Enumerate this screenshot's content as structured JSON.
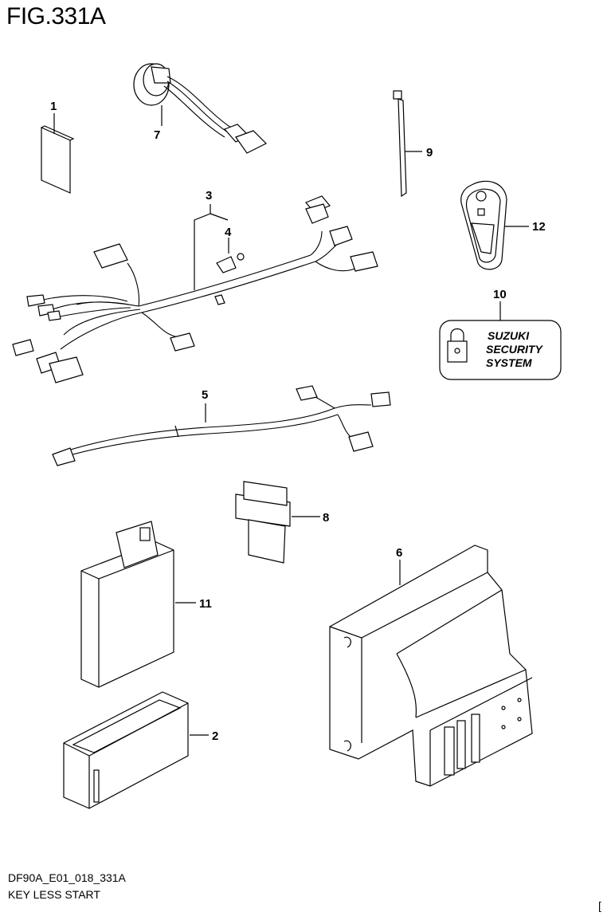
{
  "figure": {
    "title": "FIG.331A",
    "code": "DF90A_E01_018_331A",
    "subtitle": "KEY LESS START",
    "corner_mark": "["
  },
  "callouts": {
    "p1": "1",
    "p2": "2",
    "p3": "3",
    "p4": "4",
    "p5": "5",
    "p6": "6",
    "p7": "7",
    "p8": "8",
    "p9": "9",
    "p10": "10",
    "p11": "11",
    "p12": "12"
  },
  "badge": {
    "line1": "SUZUKI",
    "line2": "SECURITY",
    "line3": "SYSTEM"
  }
}
